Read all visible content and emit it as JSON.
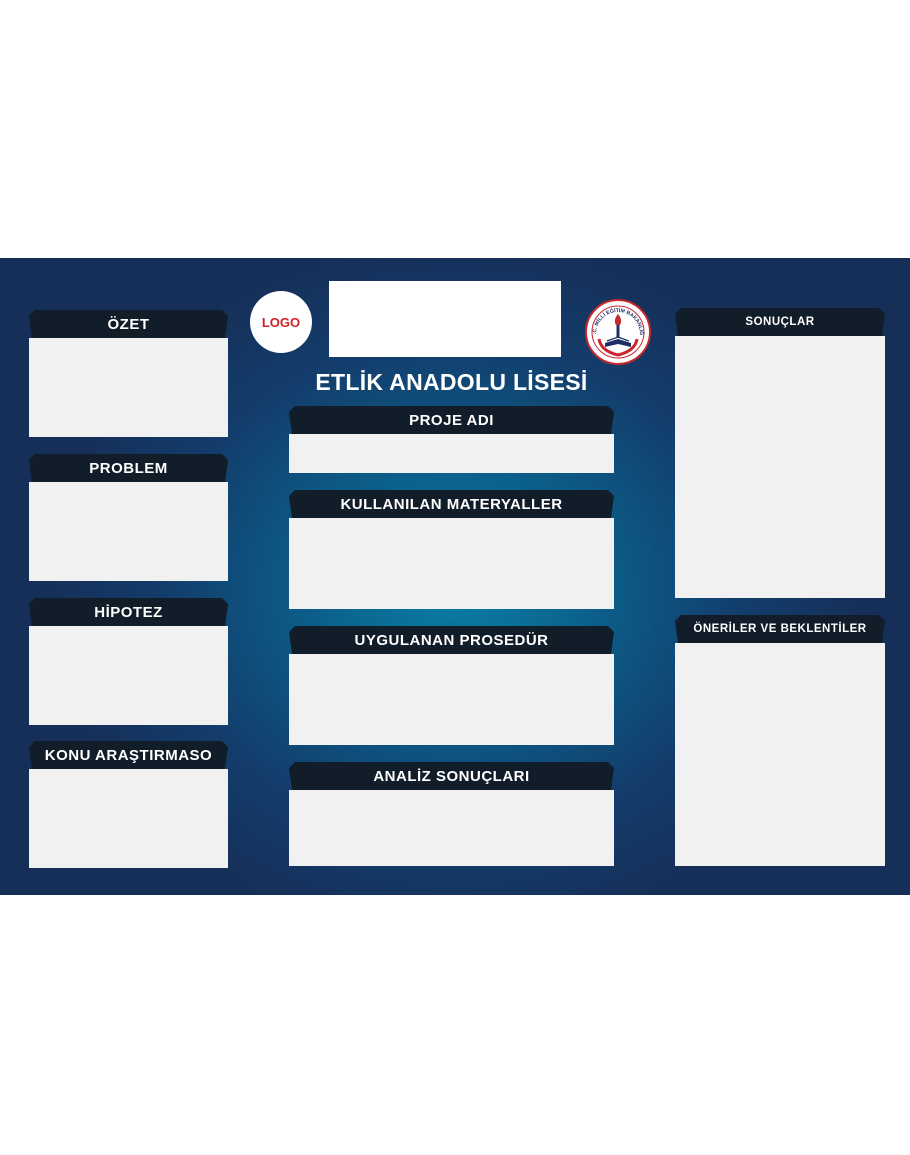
{
  "header": {
    "logo_label": "LOGO",
    "school_name": "ETLİK ANADOLU LİSESİ",
    "seal_text": "T.C. MİLLİ EĞİTİM BAKANLIĞI"
  },
  "left_panels": [
    {
      "title": "ÖZET"
    },
    {
      "title": "PROBLEM"
    },
    {
      "title": "HİPOTEZ"
    },
    {
      "title": "KONU ARAŞTIRMASO"
    }
  ],
  "center_panels": [
    {
      "title": "PROJE ADI"
    },
    {
      "title": "KULLANILAN MATERYALLER"
    },
    {
      "title": "UYGULANAN PROSEDÜR"
    },
    {
      "title": "ANALİZ SONUÇLARI"
    }
  ],
  "right_panels": [
    {
      "title": "SONUÇLAR"
    },
    {
      "title": "ÖNERİLER VE BEKLENTİLER"
    }
  ],
  "colors": {
    "board_dark": "#162f58",
    "board_center": "#0a7fa6",
    "tab": "#111d29",
    "panel_body": "#f1f1f1",
    "logo_text": "#d32027"
  }
}
